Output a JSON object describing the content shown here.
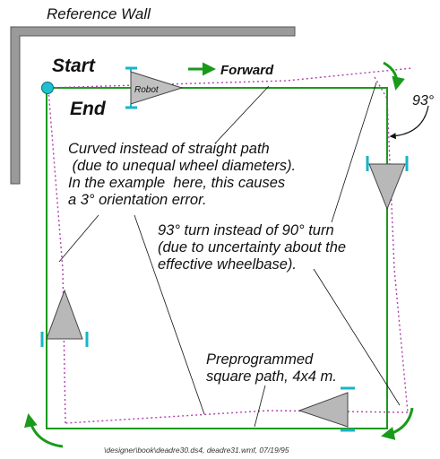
{
  "labels": {
    "reference_wall": "Reference Wall",
    "start": "Start",
    "end": "End",
    "forward": "Forward",
    "robot": "Robot",
    "turn_angle": "93°",
    "curved_path_note": "Curved instead of straight path\n (due to unequal wheel diameters).\nIn the example  here, this causes\na 3° orientation error.",
    "turn_note": "93° turn instead of 90° turn\n(due to uncertainty about the\neffective wheelbase).",
    "square_path_note": "Preprogrammed\nsquare path, 4x4 m.",
    "footer": "\\designer\\book\\deadre30.ds4, deadre31.wmf, 07/19/95"
  },
  "colors": {
    "path_green": "#1a9a1a",
    "wall_fill": "#9a9a9a",
    "wall_stroke": "#555555",
    "robot_fill": "#c0c0c0",
    "wheel_cyan": "#1ab3c8",
    "dotted_path": "#b040b0",
    "start_dot": "#20c0d0"
  }
}
